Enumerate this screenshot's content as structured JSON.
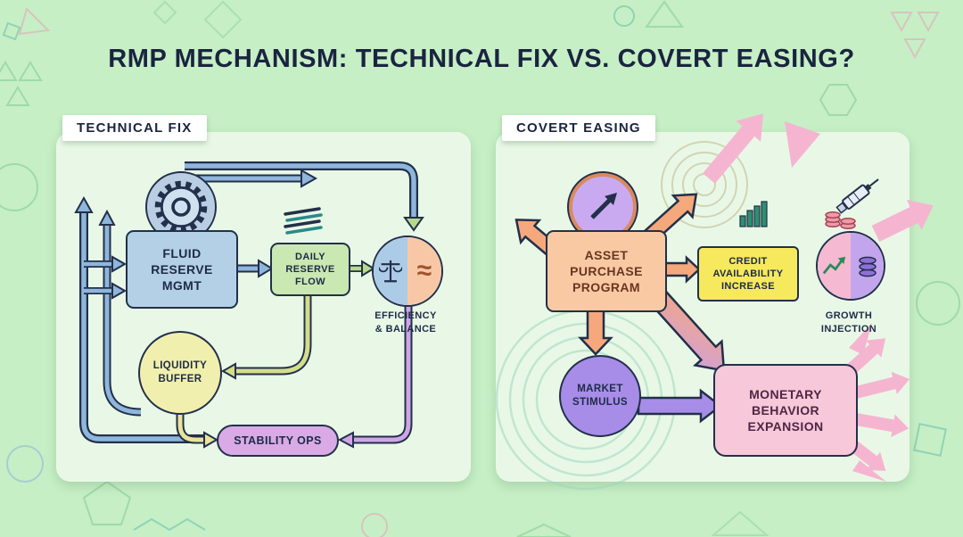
{
  "title": "RMP MECHANISM: TECHNICAL FIX VS. COVERT EASING?",
  "left_panel": {
    "label": "TECHNICAL FIX",
    "nodes": {
      "fluid_reserve": "FLUID RESERVE MGMT",
      "daily_flow": "DAILY RESERVE FLOW",
      "efficiency_balance": "EFFICIENCY & BALANCE",
      "liquidity_buffer": "LIQUIDITY BUFFER",
      "stability_ops": "STABILITY OPS"
    },
    "icons": {
      "gear": "gear-icon",
      "scales": "balance-scales-icon",
      "waves_glyph": "≈",
      "flow_layers": "stacked-flow-lines-icon"
    }
  },
  "right_panel": {
    "label": "COVERT EASING",
    "nodes": {
      "asset_purchase": "ASSET PURCHASE PROGRAM",
      "credit_availability": "CREDIT AVAILABILITY INCREASE",
      "growth_injection": "GROWTH INJECTION",
      "market_stimulus": "MARKET STIMULUS",
      "monetary_expansion": "MONETARY BEHAVIOR EXPANSION"
    },
    "icons": {
      "trend_arrow": "trend-arrow-icon",
      "bar_chart": "bar-chart-icon",
      "syringe": "syringe-icon",
      "red_coins": "coin-stacks-icon",
      "growth_line": "growth-line-icon",
      "purple_coins": "coin-stack-icon",
      "ripples": "ripple-circles-icon",
      "burst": "burst-arrows-icon"
    }
  },
  "colors": {
    "background": "#c6efc5",
    "panel": "#e9f8e6",
    "ink": "#22304a",
    "blue_arrow": "#8fb6dc",
    "blue_fill": "#b3d0e6",
    "green_fill": "#c9e8b2",
    "green_arrow": "#b6d98e",
    "yellow_fill": "#f1efad",
    "yellow_arrow": "#e9e49a",
    "purple_fill": "#d9aae6",
    "purple_arrow": "#cfa5e6",
    "orange_fill": "#f9c9a3",
    "orange_arrow": "#f5a87c",
    "bright_yellow": "#f6e95e",
    "pink_fill": "#f7c7da",
    "violet_fill": "#a78ce8",
    "pink_arrow": "#f5b5d0"
  }
}
